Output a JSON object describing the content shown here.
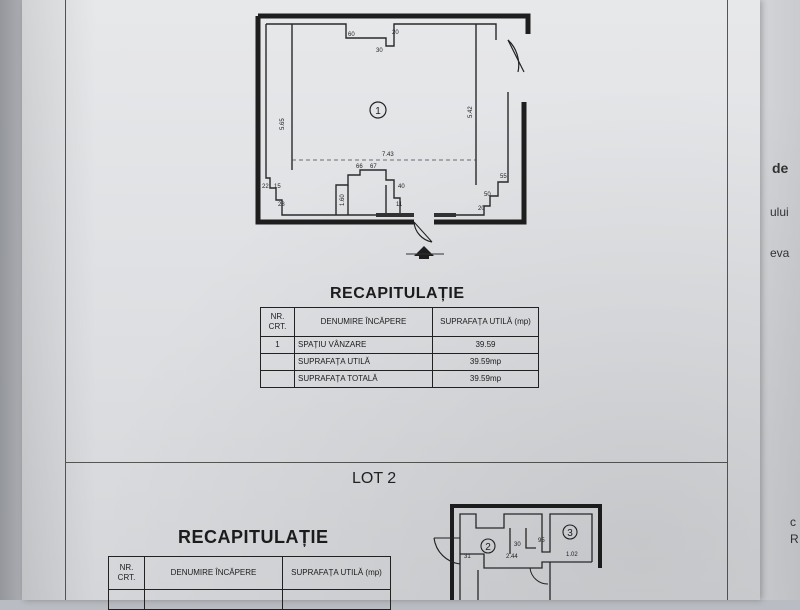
{
  "lot1": {
    "plan": {
      "room_number": "1",
      "dimensions": [
        "60",
        "30",
        "20",
        "5.65",
        "5.42",
        "7.43",
        "66",
        "67",
        "1.60",
        "15",
        "22",
        "28",
        "55",
        "50",
        "40",
        "11",
        "20"
      ]
    },
    "recap": {
      "title": "RECAPITULAȚIE",
      "headers": [
        "NR. CRT.",
        "DENUMIRE ÎNCĂPERE",
        "SUPRAFAȚA UTILĂ (mp)"
      ],
      "rows": [
        {
          "nr": "1",
          "name": "SPAȚIU VÂNZARE",
          "area": "39.59"
        },
        {
          "nr": "",
          "name": "SUPRAFAȚA UTILĂ",
          "area": "39.59mp"
        },
        {
          "nr": "",
          "name": "SUPRAFAȚA TOTALĂ",
          "area": "39.59mp"
        }
      ]
    }
  },
  "lot2": {
    "label": "LOT 2",
    "plan": {
      "rooms": [
        "2",
        "3"
      ],
      "dimensions": [
        "31",
        "30",
        "2.44",
        "95",
        "1.02"
      ]
    },
    "recap": {
      "title": "RECAPITULAȚIE",
      "headers": [
        "NR. CRT.",
        "DENUMIRE ÎNCĂPERE",
        "SUPRAFAȚA UTILĂ (mp)"
      ]
    }
  },
  "side_fragments": [
    "de",
    "ului",
    "eva",
    "c",
    "R"
  ]
}
